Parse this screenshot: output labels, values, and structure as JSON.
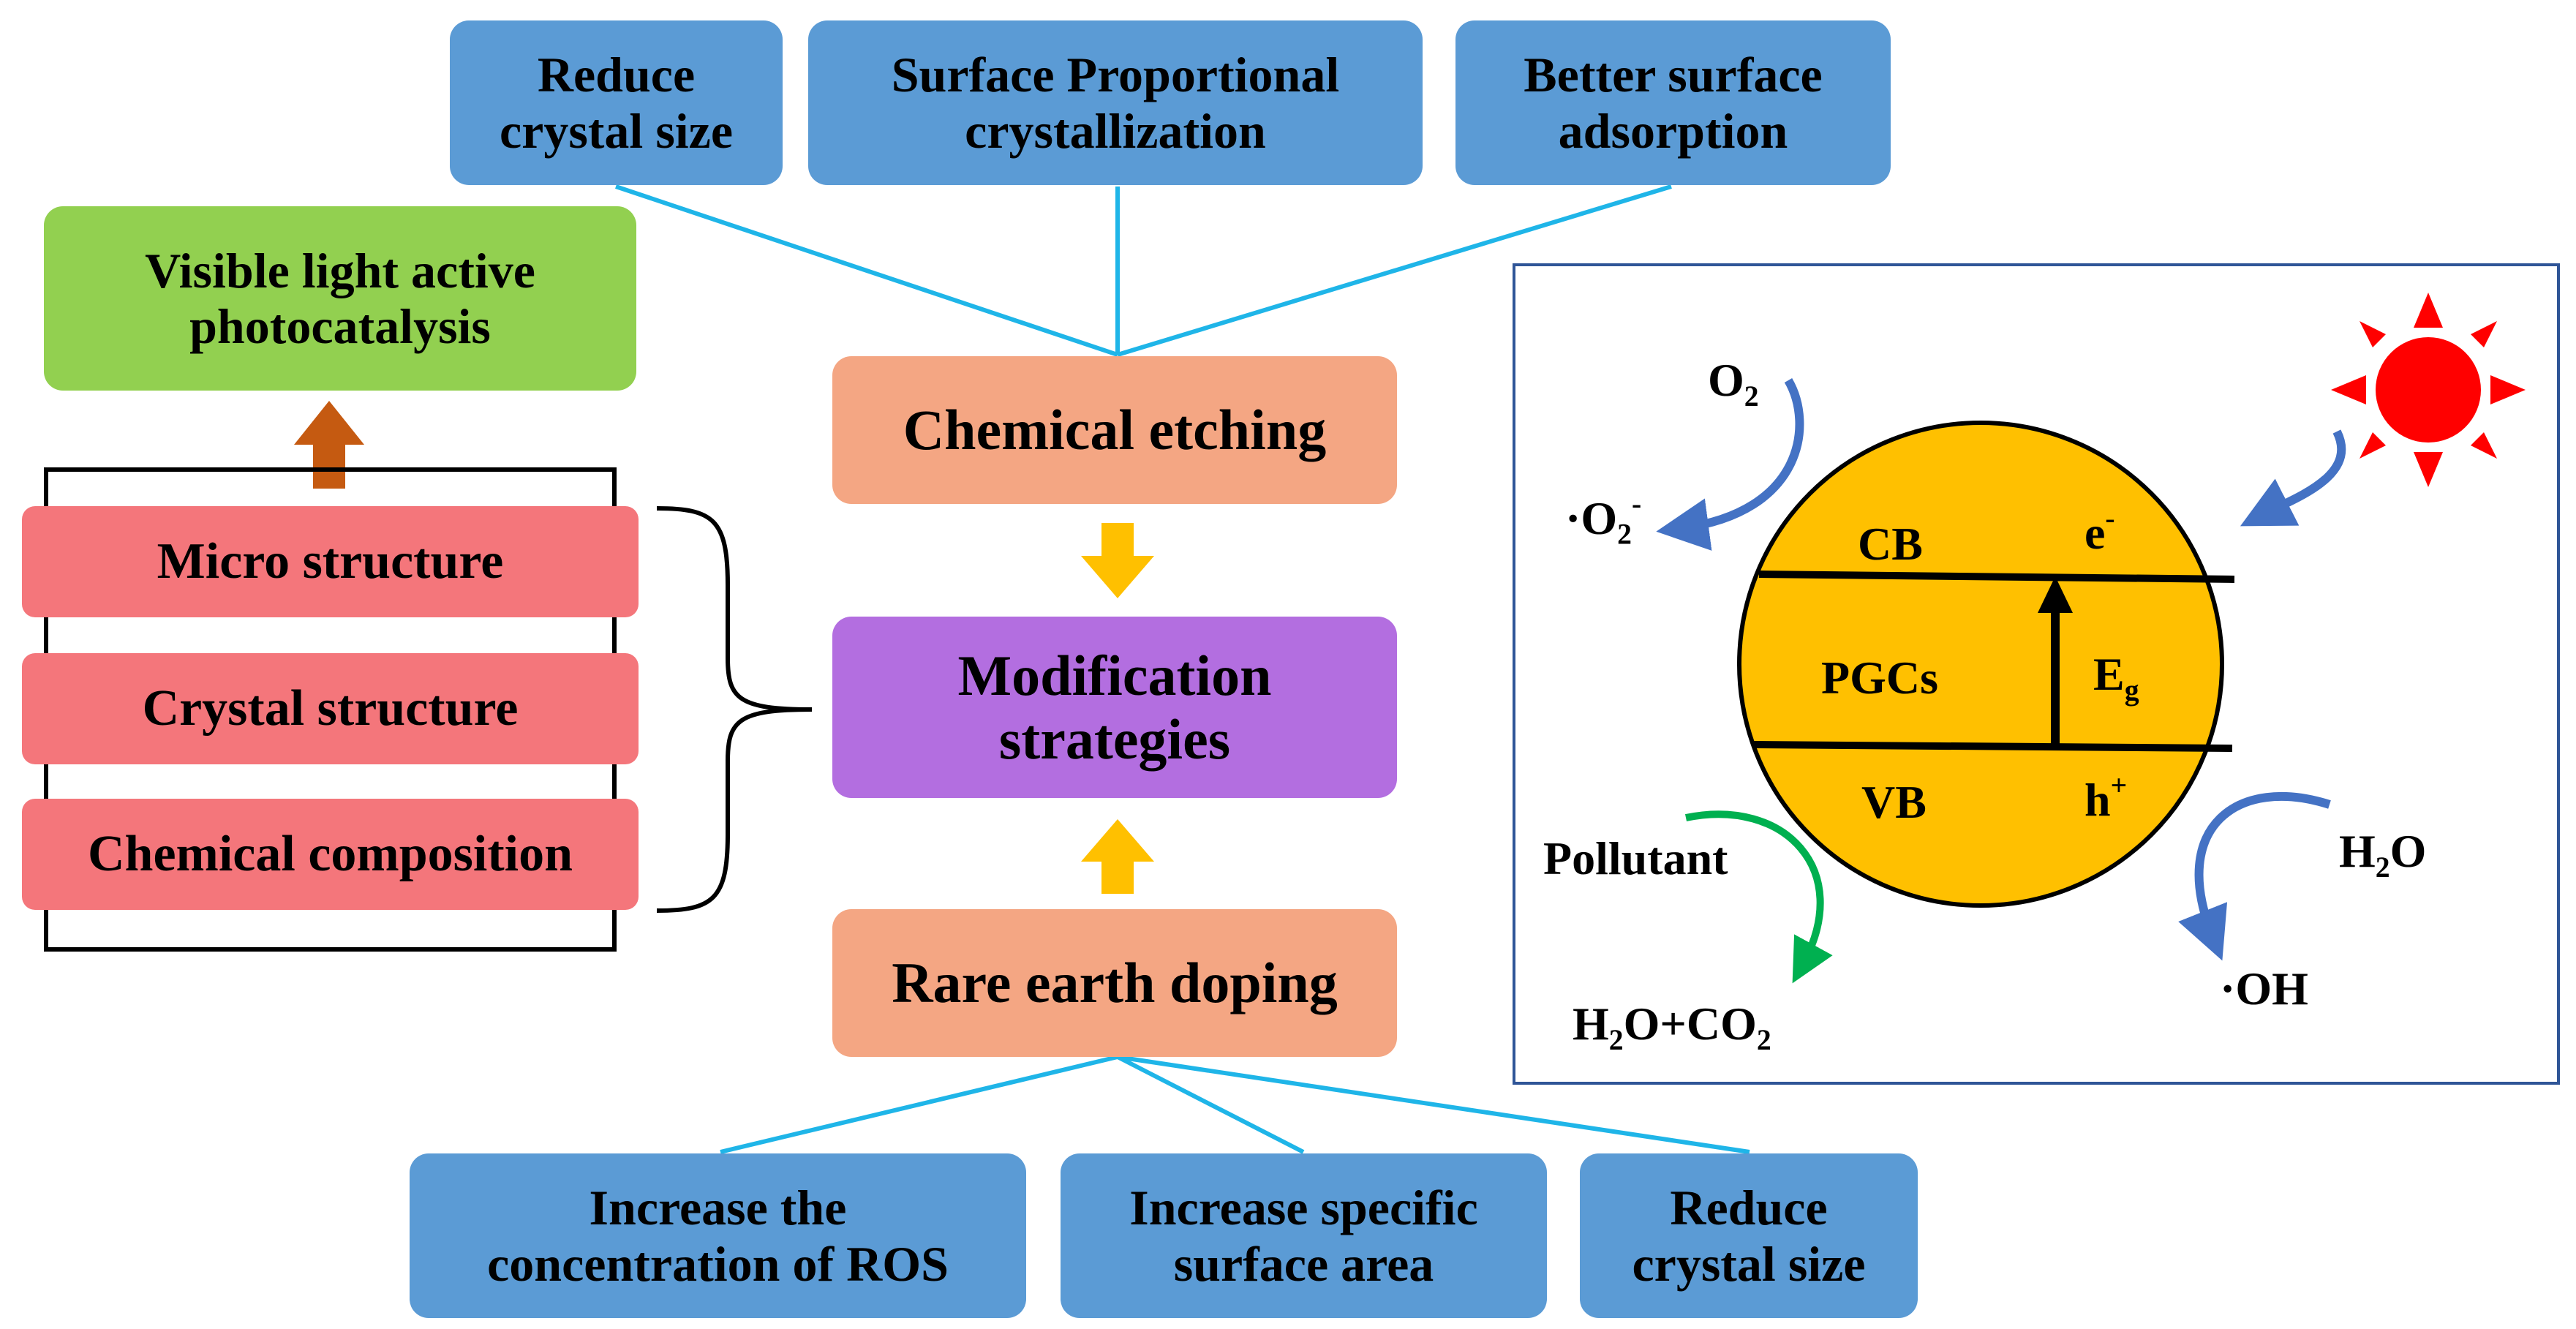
{
  "top_boxes": {
    "reduce_size": "Reduce\ncrystal size",
    "surface_crystallization": "Surface Proportional\ncrystallization",
    "surface_adsorption": "Better surface\nadsorption"
  },
  "chemical_etching": "Chemical etching",
  "modification_strategies": "Modification\nstrategies",
  "rare_earth_doping": "Rare earth doping",
  "bottom_boxes": {
    "ros": "Increase the\nconcentration of ROS",
    "surface_area": "Increase specific\nsurface area",
    "reduce_size": "Reduce\ncrystal size"
  },
  "visible_light": "Visible light active\nphotocatalysis",
  "structure_items": [
    "Micro structure",
    "Crystal structure",
    "Chemical composition"
  ],
  "mechanism": {
    "o2": {
      "main": "O",
      "sub": "2"
    },
    "superoxide": {
      "main": "·O",
      "sub": "2",
      "sup": "-"
    },
    "cb": "CB",
    "electron": {
      "main": "e",
      "sup": "-"
    },
    "pgcs": "PGCs",
    "eg": {
      "main": "E",
      "sub": "g"
    },
    "vb": "VB",
    "hole": {
      "main": "h",
      "sup": "+"
    },
    "pollutant": "Pollutant",
    "h2o": {
      "a": "H",
      "sub": "2",
      "b": "O"
    },
    "products": {
      "a": "H",
      "sub1": "2",
      "b": "O+CO",
      "sub2": "2"
    },
    "hydroxyl": "·OH"
  },
  "colors": {
    "blue_box": "#5b9bd5",
    "salmon_box": "#f4a683",
    "purple_box": "#b36ee0",
    "green_box": "#92d050",
    "pink_box": "#f4767b",
    "connector": "#1fb5e8",
    "yellow_arrow": "#ffc000",
    "orange_arrow": "#c55a11",
    "circle_fill": "#ffc000",
    "sun": "#ff0000",
    "curved_blue_arrow": "#4472c4",
    "curved_green_arrow": "#00b050",
    "panel_border": "#2f5597"
  }
}
